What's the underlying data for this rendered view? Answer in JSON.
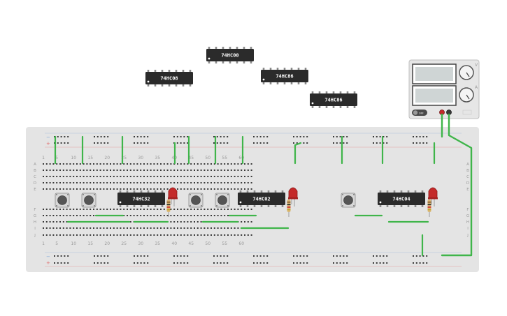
{
  "canvas": {
    "background": "#ffffff"
  },
  "breadboard": {
    "board_color": "#e4e4e4",
    "hole_color": "#3a3a3a",
    "rail_red": "#e06a6a",
    "rail_blue": "#7aa4d8",
    "rail_minus": "−",
    "rail_plus": "+",
    "columns": 63,
    "top_rows": [
      "A",
      "B",
      "C",
      "D",
      "E"
    ],
    "bottom_rows": [
      "F",
      "G",
      "H",
      "I",
      "J"
    ],
    "column_numbers": [
      "1",
      "5",
      "10",
      "15",
      "20",
      "25",
      "30",
      "35",
      "40",
      "45",
      "50",
      "55",
      "60"
    ]
  },
  "loose_chips": [
    {
      "label": "74HC08",
      "name": "loose-chip-74hc08"
    },
    {
      "label": "74HC00",
      "name": "loose-chip-74hc00"
    },
    {
      "label": "74HC86",
      "name": "loose-chip-74hc86-a"
    },
    {
      "label": "74HC86",
      "name": "loose-chip-74hc86-b"
    }
  ],
  "board_chips": [
    {
      "label": "74HC32",
      "name": "board-chip-74hc32"
    },
    {
      "label": "74HC02",
      "name": "board-chip-74hc02"
    },
    {
      "label": "74HC04",
      "name": "board-chip-74hc04"
    }
  ],
  "power_supply": {
    "name": "power-supply",
    "switch_label": "OFF",
    "lcd_color": "#cfd5d5",
    "knob_labels": [
      "V",
      "A"
    ]
  },
  "components": {
    "led_color": "#c42a2a",
    "wire_color": "#3fb54a",
    "pushbutton_count": 5,
    "led_count": 3,
    "resistor_count": 3
  }
}
